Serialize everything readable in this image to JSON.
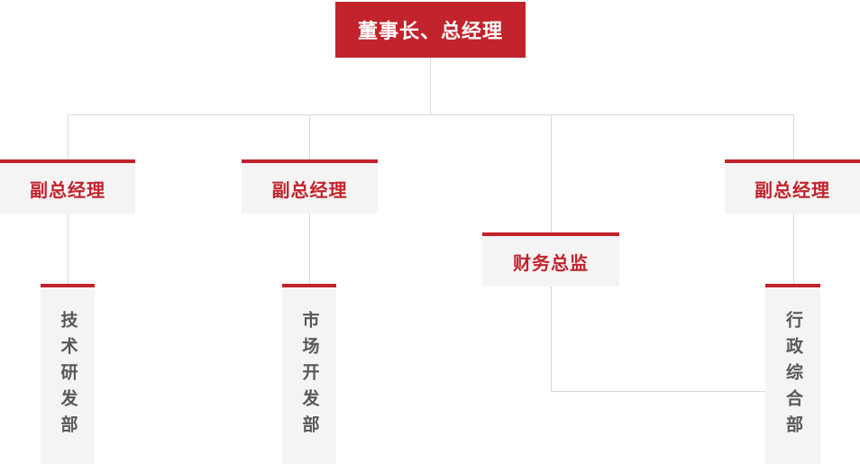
{
  "org": {
    "root": {
      "label": "董事长、总经理"
    },
    "managers": [
      {
        "label": "副总经理"
      },
      {
        "label": "副总经理"
      },
      {
        "label": "财务总监"
      },
      {
        "label": "副总经理"
      }
    ],
    "departments": [
      {
        "label": "技术研发部"
      },
      {
        "label": "市场开发部"
      },
      {
        "label": "行政综合部"
      }
    ]
  },
  "colors": {
    "accent_red": "#c2232c",
    "node_background": "#f5f4f4",
    "connector_line": "#d9d9d9",
    "department_text": "#595757",
    "root_text": "#ffffff"
  }
}
